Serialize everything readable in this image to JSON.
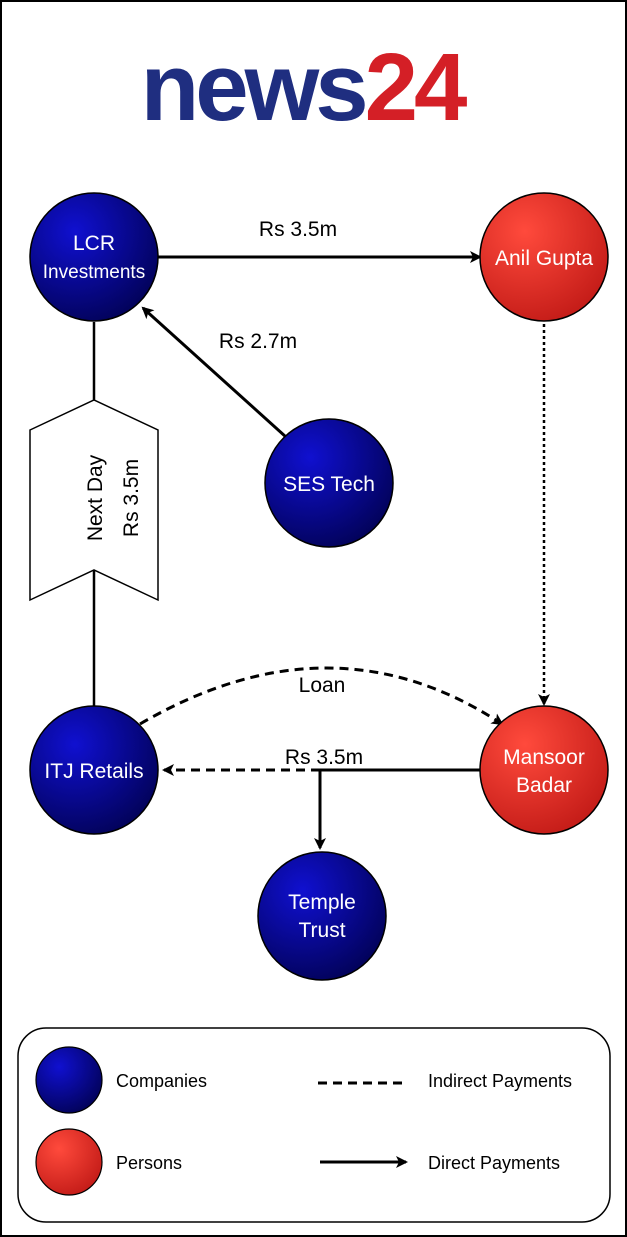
{
  "logo": {
    "part1": "news",
    "part2": "24",
    "color1": "#1f2e80",
    "color2": "#d41f26"
  },
  "colors": {
    "company_fill": "#0a0ab4",
    "company_fill_dark": "#020260",
    "person_fill": "#ff3b30",
    "person_fill_dark": "#c0201c"
  },
  "nodes": {
    "lcr": {
      "line1": "LCR",
      "line2": "Investments",
      "type": "company"
    },
    "anil": {
      "line1": "Anil Gupta",
      "type": "person"
    },
    "ses": {
      "line1": "SES Tech",
      "type": "company"
    },
    "itj": {
      "line1": "ITJ Retails",
      "type": "company"
    },
    "mansoor": {
      "line1": "Mansoor",
      "line2": "Badar",
      "type": "person"
    },
    "temple": {
      "line1": "Temple",
      "line2": "Trust",
      "type": "company"
    }
  },
  "edges": {
    "lcr_to_anil": "Rs 3.5m",
    "ses_to_lcr": "Rs 2.7m",
    "loan": "Loan",
    "mansoor_to_itj": "Rs 3.5m",
    "next_day_line1": "Next Day",
    "next_day_line2": "Rs 3.5m"
  },
  "legend": {
    "companies": "Companies",
    "persons": "Persons",
    "indirect": "Indirect Payments",
    "direct": "Direct Payments"
  }
}
